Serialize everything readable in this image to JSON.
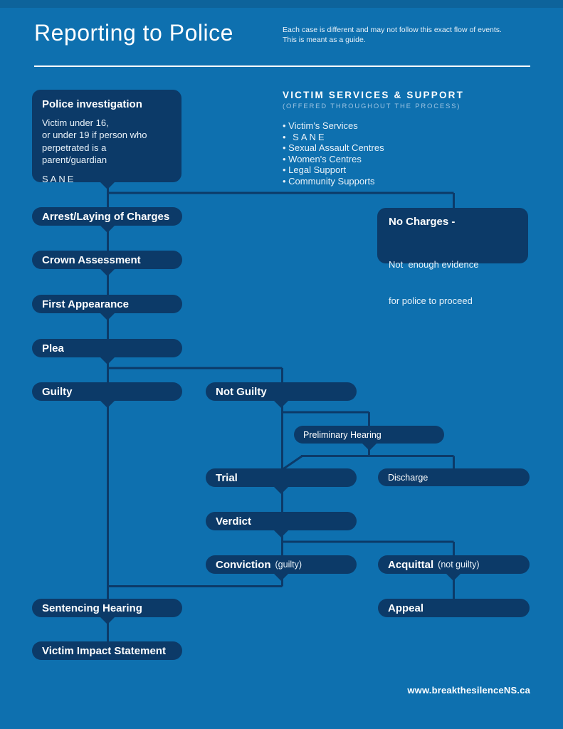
{
  "colors": {
    "background": "#0e70af",
    "top_bar": "#0d639b",
    "box_navy": "#0c3a68",
    "soft_text": "#e9f2f9",
    "muted_text": "#9cc3e2"
  },
  "header": {
    "title": "Reporting to Police",
    "note_line1": "Each case is different and may not follow this exact flow of events.",
    "note_line2": "This is meant as a guide."
  },
  "police_box": {
    "title": "Police investigation",
    "body_lines": [
      "Victim under 16,",
      "or under 19 if person who",
      "perpetrated is a parent/guardian"
    ],
    "tag": "SANE"
  },
  "services": {
    "title": "VICTIM SERVICES & SUPPORT",
    "subtitle": "(OFFERED THROUGHOUT THE PROCESS)",
    "items": [
      "Victim's Services",
      "SANE",
      "Sexual Assault Centres",
      "Women's Centres",
      "Legal Support",
      "Community Supports"
    ]
  },
  "no_charges_box": {
    "title": "No Charges -",
    "body_lines": [
      "Not  enough evidence",
      "for police to proceed"
    ]
  },
  "nodes": {
    "arrest": {
      "label": "Arrest/Laying of Charges"
    },
    "crown": {
      "label": "Crown Assessment"
    },
    "first_appearance": {
      "label": "First Appearance"
    },
    "plea": {
      "label": "Plea"
    },
    "guilty": {
      "label": "Guilty"
    },
    "not_guilty": {
      "label": "Not Guilty"
    },
    "preliminary_hearing": {
      "label": "Preliminary Hearing"
    },
    "trial": {
      "label": "Trial"
    },
    "discharge": {
      "label": "Discharge"
    },
    "verdict": {
      "label": "Verdict"
    },
    "conviction": {
      "label": "Conviction",
      "suffix": "(guilty)"
    },
    "acquittal": {
      "label": "Acquittal",
      "suffix": "(not guilty)"
    },
    "appeal": {
      "label": "Appeal"
    },
    "sentencing": {
      "label": "Sentencing Hearing"
    },
    "victim_impact": {
      "label": "Victim Impact Statement"
    }
  },
  "footer": {
    "website": "www.breakthesilenceNS.ca"
  }
}
